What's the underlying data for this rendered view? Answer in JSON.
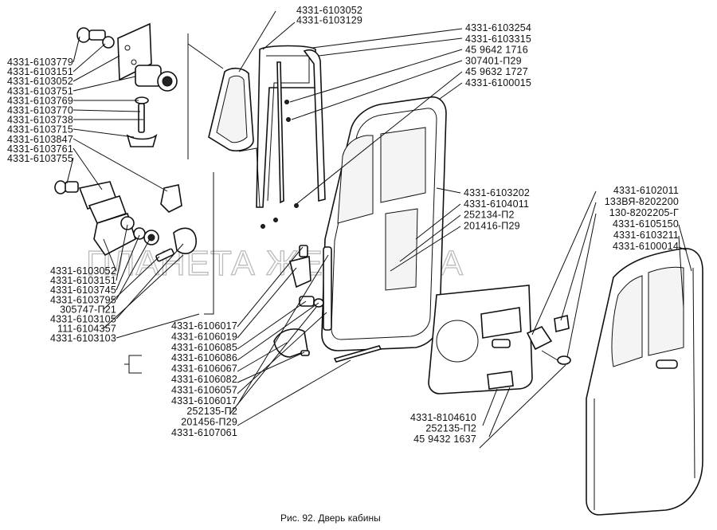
{
  "caption": "Рис. 92. Дверь кабины",
  "watermark": "ПЛАНЕТА ЖЕЛЕЗЯКА",
  "labels": {
    "left_top": [
      "4331-6103779",
      "4331-6103151",
      "4331-6103052",
      "4331-6103751",
      "4331-6103769",
      "4331-6103770",
      "4331-6103738",
      "4331-6103715",
      "4331-6103847",
      "4331-6103761",
      "4331-6103755"
    ],
    "left_bottom": [
      "4331-6103052",
      "4331-6103151",
      "4331-6103745",
      "4331-6103795",
      "305747-П21",
      "4331-6103105",
      "111-6104357",
      "4331-6103103"
    ],
    "top_center": [
      "4331-6103052",
      "4331-6103129"
    ],
    "top_right": [
      "4331-6103254",
      "4331-6103315",
      "45 9642 1716",
      "307401-П29",
      "45 9632 1727",
      "4331-6100015"
    ],
    "mid_right": [
      "4331-6103202",
      "4331-6104011",
      "252134-П2",
      "201416-П29"
    ],
    "bottom_center": [
      "4331-6106017",
      "4331-6106019",
      "4331-6106085",
      "4331-6106086",
      "4331-6106067",
      "4331-6106082",
      "4331-6106057",
      "4331-6106017",
      "252135-П2",
      "201456-П29",
      "4331-6107061"
    ],
    "far_right": [
      "4331-6102011",
      "133ВЯ-8202200",
      "130-8202205-Г",
      "4331-6105150",
      "4331-6103211",
      "4331-6100014"
    ],
    "bottom_right": [
      "4331-8104610",
      "252135-П2",
      "45 9432 1637"
    ]
  }
}
